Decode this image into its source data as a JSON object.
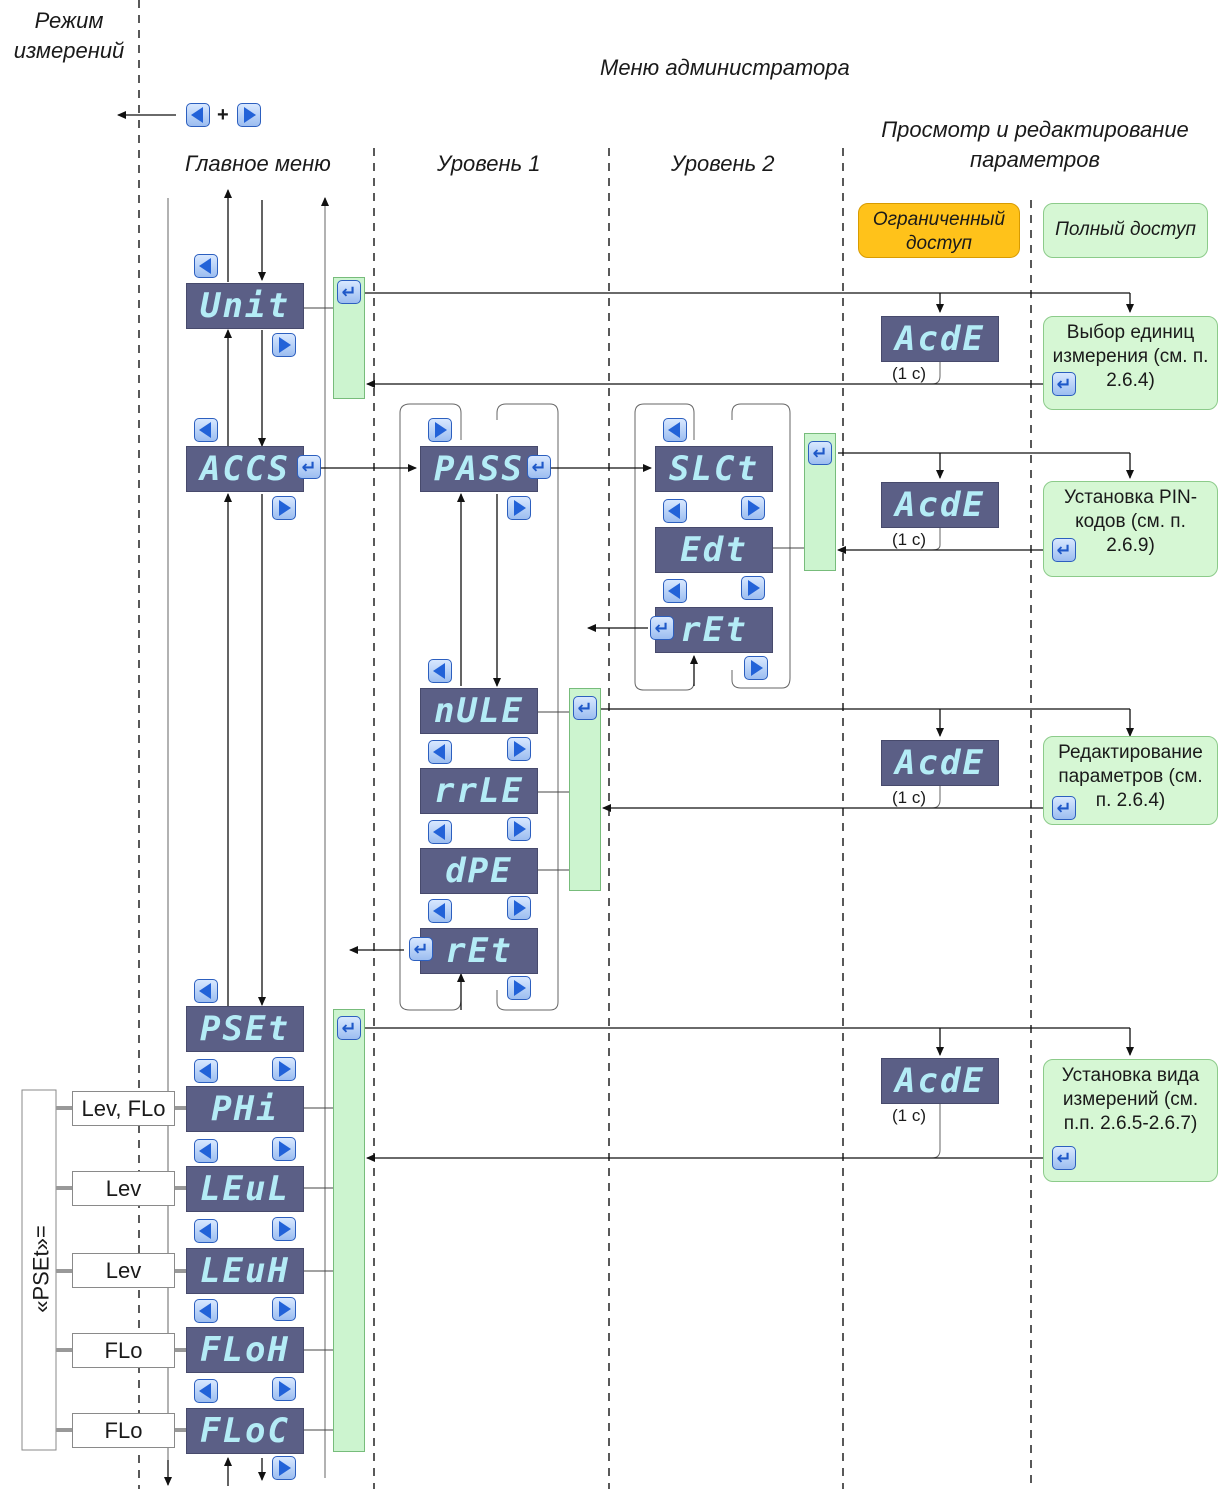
{
  "headers": {
    "measure_mode": "Режим измерений",
    "admin_menu": "Меню администратора",
    "view_edit": "Просмотр и редактирование параметров",
    "main_menu": "Главное меню",
    "level1": "Уровень 1",
    "level2": "Уровень 2"
  },
  "access": {
    "limited": "Ограниченный доступ",
    "full": "Полный доступ"
  },
  "main_menu_items": [
    "Unit",
    "ACCS",
    "PSEt",
    "PHi",
    "LEuL",
    "LEuH",
    "FLoH",
    "FLoC"
  ],
  "level1_items": [
    "PASS",
    "nULE",
    "rrLE",
    "dPE",
    "rEt"
  ],
  "level2_items": [
    "SLCt",
    "Edt",
    "rEt"
  ],
  "acde_label": "AcdE",
  "hold_label": "(1 с)",
  "targets": [
    "Выбор единиц измерения (см. п. 2.6.4)",
    "Установка PIN-кодов (см. п. 2.6.9)",
    "Редактирование параметров (см. п. 2.6.4)",
    "Установка вида измерений (см. п.п. 2.6.5-2.6.7)"
  ],
  "pset_label": "«PSEt»=",
  "pset_modes": [
    "Lev, FLo",
    "Lev",
    "Lev",
    "FLo",
    "FLo"
  ],
  "plus": "+"
}
